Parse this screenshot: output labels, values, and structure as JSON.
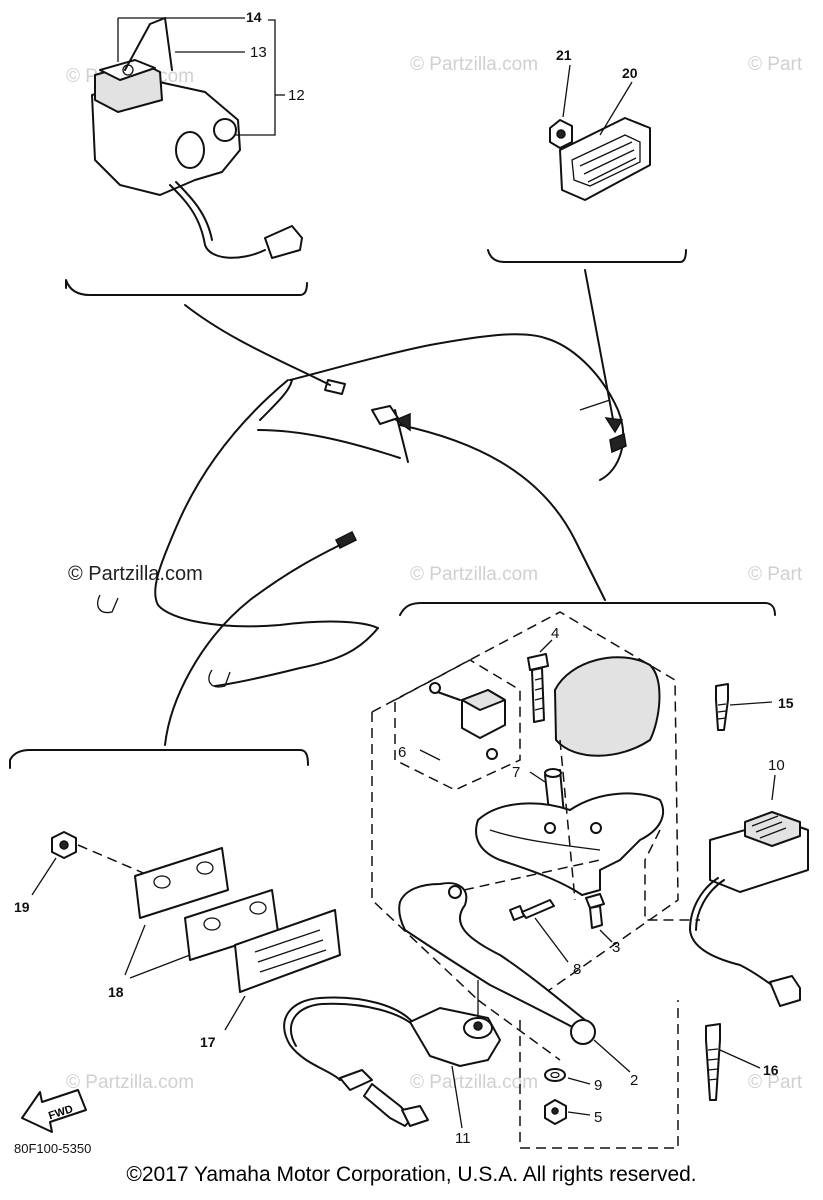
{
  "watermarks": {
    "brand": "© Partzilla.com",
    "partial": "© Part",
    "prefix": "© "
  },
  "callouts": {
    "c2": "2",
    "c3": "3",
    "c4": "4",
    "c5": "5",
    "c6": "6",
    "c7": "7",
    "c8": "8",
    "c9": "9",
    "c10": "10",
    "c11": "11",
    "c12": "12",
    "c13": "13",
    "c14": "14",
    "c15": "15",
    "c16": "16",
    "c17": "17",
    "c18": "18",
    "c19": "19",
    "c20": "20",
    "c21": "21"
  },
  "fwd_label": "FWD",
  "diagram_code": "80F100-5350",
  "copyright": "©2017 Yamaha Motor Corporation, U.S.A. All rights reserved."
}
